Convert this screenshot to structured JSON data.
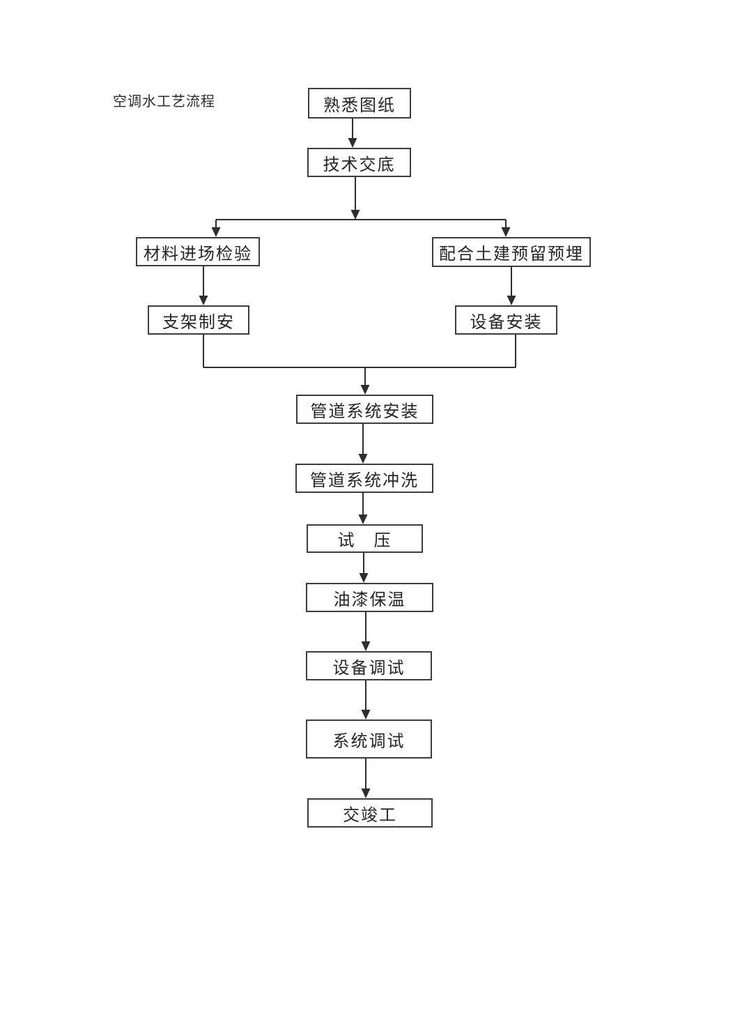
{
  "title": "空调水工艺流程",
  "diagram": {
    "type": "flowchart",
    "line_color": "#2e2e2e",
    "box_border_color": "#3d3d3d",
    "text_color": "#262626",
    "background": "#ffffff",
    "nodes": [
      {
        "id": "n1",
        "label": "熟悉图纸"
      },
      {
        "id": "n2",
        "label": "技术交底"
      },
      {
        "id": "n3",
        "label": "材料进场检验"
      },
      {
        "id": "n4",
        "label": "配合土建预留预埋"
      },
      {
        "id": "n5",
        "label": "支架制安"
      },
      {
        "id": "n6",
        "label": "设备安装"
      },
      {
        "id": "n7",
        "label": "管道系统安装"
      },
      {
        "id": "n8",
        "label": "管道系统冲洗"
      },
      {
        "id": "n9",
        "label": "试　压"
      },
      {
        "id": "n10",
        "label": "油漆保温"
      },
      {
        "id": "n11",
        "label": "设备调试"
      },
      {
        "id": "n12",
        "label": "系统调试"
      },
      {
        "id": "n13",
        "label": "交竣工"
      }
    ],
    "edges": [
      {
        "from": "熟悉图纸",
        "to": "技术交底"
      },
      {
        "from": "技术交底",
        "to": "材料进场检验"
      },
      {
        "from": "技术交底",
        "to": "配合土建预留预埋"
      },
      {
        "from": "材料进场检验",
        "to": "支架制安"
      },
      {
        "from": "配合土建预留预埋",
        "to": "设备安装"
      },
      {
        "from": "支架制安",
        "to": "管道系统安装"
      },
      {
        "from": "设备安装",
        "to": "管道系统安装"
      },
      {
        "from": "管道系统安装",
        "to": "管道系统冲洗"
      },
      {
        "from": "管道系统冲洗",
        "to": "试压"
      },
      {
        "from": "试压",
        "to": "油漆保温"
      },
      {
        "from": "油漆保温",
        "to": "设备调试"
      },
      {
        "from": "设备调试",
        "to": "系统调试"
      },
      {
        "from": "系统调试",
        "to": "交竣工"
      }
    ],
    "connectors": [
      {
        "points": [
          [
            506,
            170
          ],
          [
            506,
            212
          ]
        ],
        "arrow": true
      },
      {
        "points": [
          [
            510,
            254
          ],
          [
            510,
            315
          ]
        ],
        "arrow": true
      },
      {
        "points": [
          [
            310,
            315
          ],
          [
            726,
            315
          ]
        ],
        "arrow": false
      },
      {
        "points": [
          [
            310,
            315
          ],
          [
            310,
            340
          ]
        ],
        "arrow": true
      },
      {
        "points": [
          [
            726,
            315
          ],
          [
            726,
            340
          ]
        ],
        "arrow": true
      },
      {
        "points": [
          [
            292,
            382
          ],
          [
            292,
            438
          ]
        ],
        "arrow": true
      },
      {
        "points": [
          [
            734,
            383
          ],
          [
            734,
            438
          ]
        ],
        "arrow": true
      },
      {
        "points": [
          [
            292,
            480
          ],
          [
            292,
            527
          ]
        ],
        "arrow": false
      },
      {
        "points": [
          [
            740,
            480
          ],
          [
            740,
            527
          ]
        ],
        "arrow": false
      },
      {
        "points": [
          [
            292,
            527
          ],
          [
            740,
            527
          ]
        ],
        "arrow": false
      },
      {
        "points": [
          [
            524,
            527
          ],
          [
            524,
            566
          ]
        ],
        "arrow": true
      },
      {
        "points": [
          [
            521,
            608
          ],
          [
            521,
            665
          ]
        ],
        "arrow": true
      },
      {
        "points": [
          [
            521,
            707
          ],
          [
            521,
            752
          ]
        ],
        "arrow": true
      },
      {
        "points": [
          [
            522,
            793
          ],
          [
            522,
            836
          ]
        ],
        "arrow": true
      },
      {
        "points": [
          [
            525,
            878
          ],
          [
            525,
            934
          ]
        ],
        "arrow": true
      },
      {
        "points": [
          [
            525,
            976
          ],
          [
            525,
            1032
          ]
        ],
        "arrow": true
      },
      {
        "points": [
          [
            525,
            1088
          ],
          [
            525,
            1145
          ]
        ],
        "arrow": true
      }
    ]
  }
}
